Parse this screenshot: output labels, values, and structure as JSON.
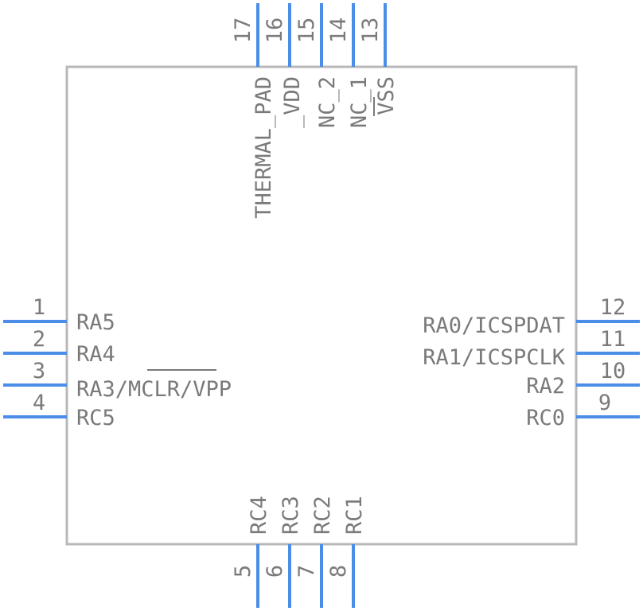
{
  "colors": {
    "body_outline": "#b8b8b8",
    "pin_line": "#4a8ee8",
    "text": "#7a7a7a"
  },
  "pins": {
    "left": [
      {
        "number": "1",
        "name": "RA5"
      },
      {
        "number": "2",
        "name": "RA4"
      },
      {
        "number": "3",
        "name": "RA3/MCLR/VPP"
      },
      {
        "number": "4",
        "name": "RC5"
      }
    ],
    "right": [
      {
        "number": "12",
        "name": "RA0/ICSPDAT"
      },
      {
        "number": "11",
        "name": "RA1/ICSPCLK"
      },
      {
        "number": "10",
        "name": "RA2"
      },
      {
        "number": "9",
        "name": "RC0"
      }
    ],
    "bottom": [
      {
        "number": "5",
        "name": "RC4"
      },
      {
        "number": "6",
        "name": "RC3"
      },
      {
        "number": "7",
        "name": "RC2"
      },
      {
        "number": "8",
        "name": "RC1"
      }
    ],
    "top": [
      {
        "number": "17",
        "name": "THERMAL_PAD"
      },
      {
        "number": "16",
        "name": "_VDD"
      },
      {
        "number": "15",
        "name": "NC_2"
      },
      {
        "number": "14",
        "name": "NC_1"
      },
      {
        "number": "13",
        "name": "VSS"
      }
    ]
  }
}
